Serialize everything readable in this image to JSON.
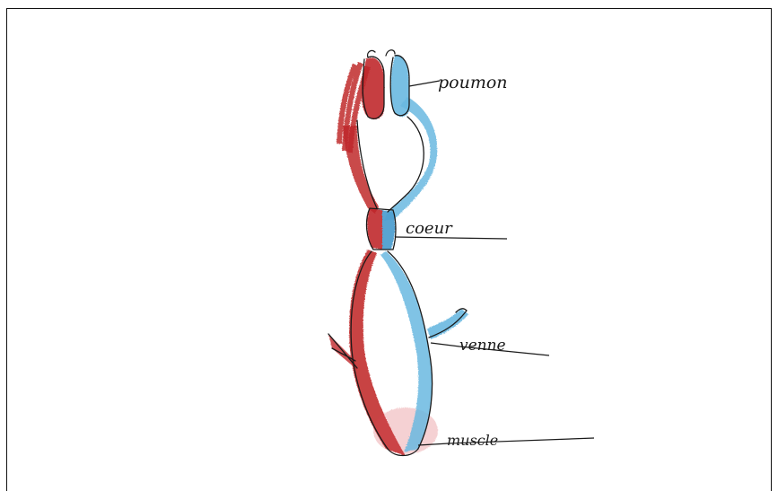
{
  "diagram": {
    "labels": {
      "poumon": "poumon",
      "coeur": "coeur",
      "veine": "venne",
      "muscle": "muscle"
    },
    "colors": {
      "artery_red": "#c0282b",
      "vein_blue": "#6ab8e0",
      "ink": "#1a1a1a",
      "frame": "#111111"
    }
  }
}
